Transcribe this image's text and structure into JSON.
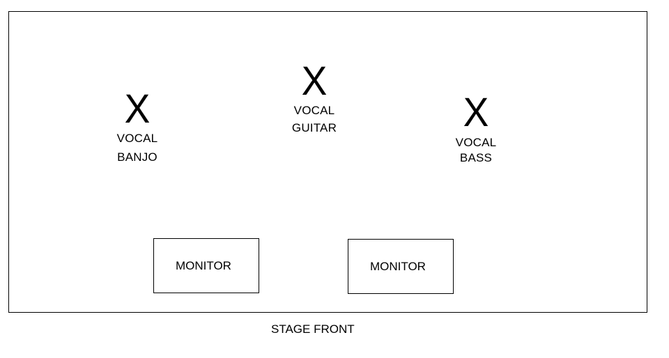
{
  "diagram": {
    "positions": [
      {
        "mark": "X",
        "line1": "VOCAL",
        "line2": "BANJO"
      },
      {
        "mark": "X",
        "line1": "VOCAL",
        "line2": "GUITAR"
      },
      {
        "mark": "X",
        "line1": "VOCAL",
        "line2": "BASS"
      }
    ],
    "monitors": [
      {
        "label": "MONITOR"
      },
      {
        "label": "MONITOR"
      }
    ],
    "stage_front": "STAGE FRONT"
  }
}
